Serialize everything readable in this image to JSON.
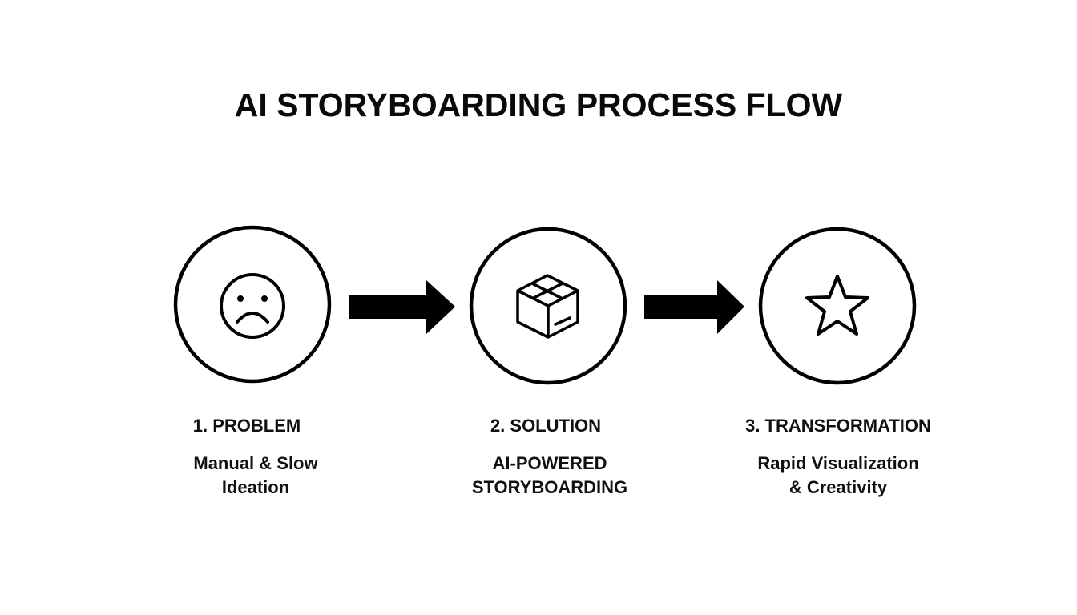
{
  "title": "AI STORYBOARDING PROCESS FLOW",
  "steps": [
    {
      "number_title": "1. PROBLEM",
      "description_line1": "Manual & Slow",
      "description_line2": "Ideation",
      "icon": "sad-face-icon"
    },
    {
      "number_title": "2. SOLUTION",
      "description_line1": "AI-POWERED",
      "description_line2": "STORYBOARDING",
      "icon": "box-icon"
    },
    {
      "number_title": "3. TRANSFORMATION",
      "description_line1": "Rapid Visualization",
      "description_line2": "& Creativity",
      "icon": "star-icon"
    }
  ],
  "connectors": [
    "arrow-right",
    "arrow-right"
  ],
  "colors": {
    "stroke": "#000000",
    "background": "#ffffff"
  }
}
